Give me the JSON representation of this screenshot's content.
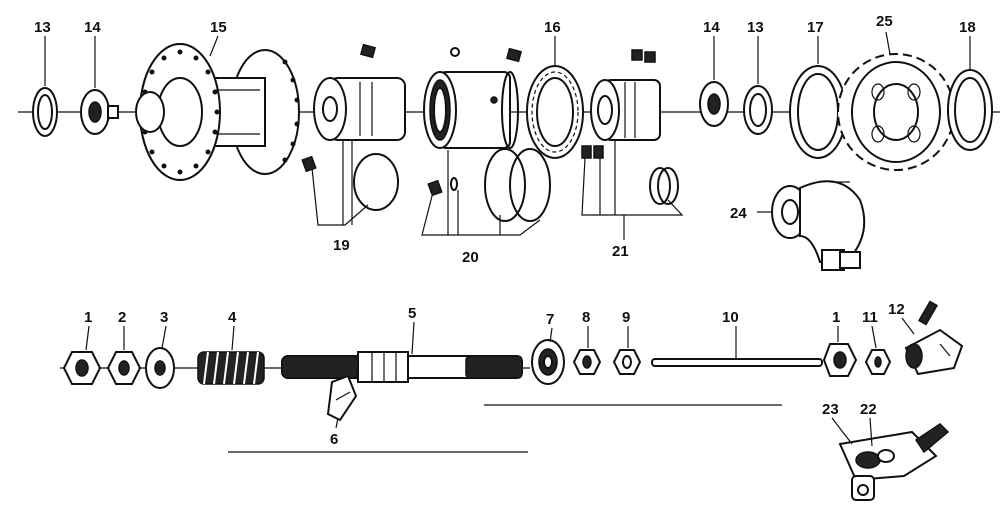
{
  "labels": {
    "p1a": "1",
    "p1b": "1",
    "p2": "2",
    "p3": "3",
    "p4": "4",
    "p5": "5",
    "p6": "6",
    "p7": "7",
    "p8": "8",
    "p9": "9",
    "p10": "10",
    "p11": "11",
    "p12": "12",
    "p13a": "13",
    "p13b": "13",
    "p14a": "14",
    "p14b": "14",
    "p15": "15",
    "p16": "16",
    "p17": "17",
    "p18": "18",
    "p19": "19",
    "p20": "20",
    "p21": "21",
    "p22": "22",
    "p23": "23",
    "p24": "24",
    "p25": "25"
  }
}
